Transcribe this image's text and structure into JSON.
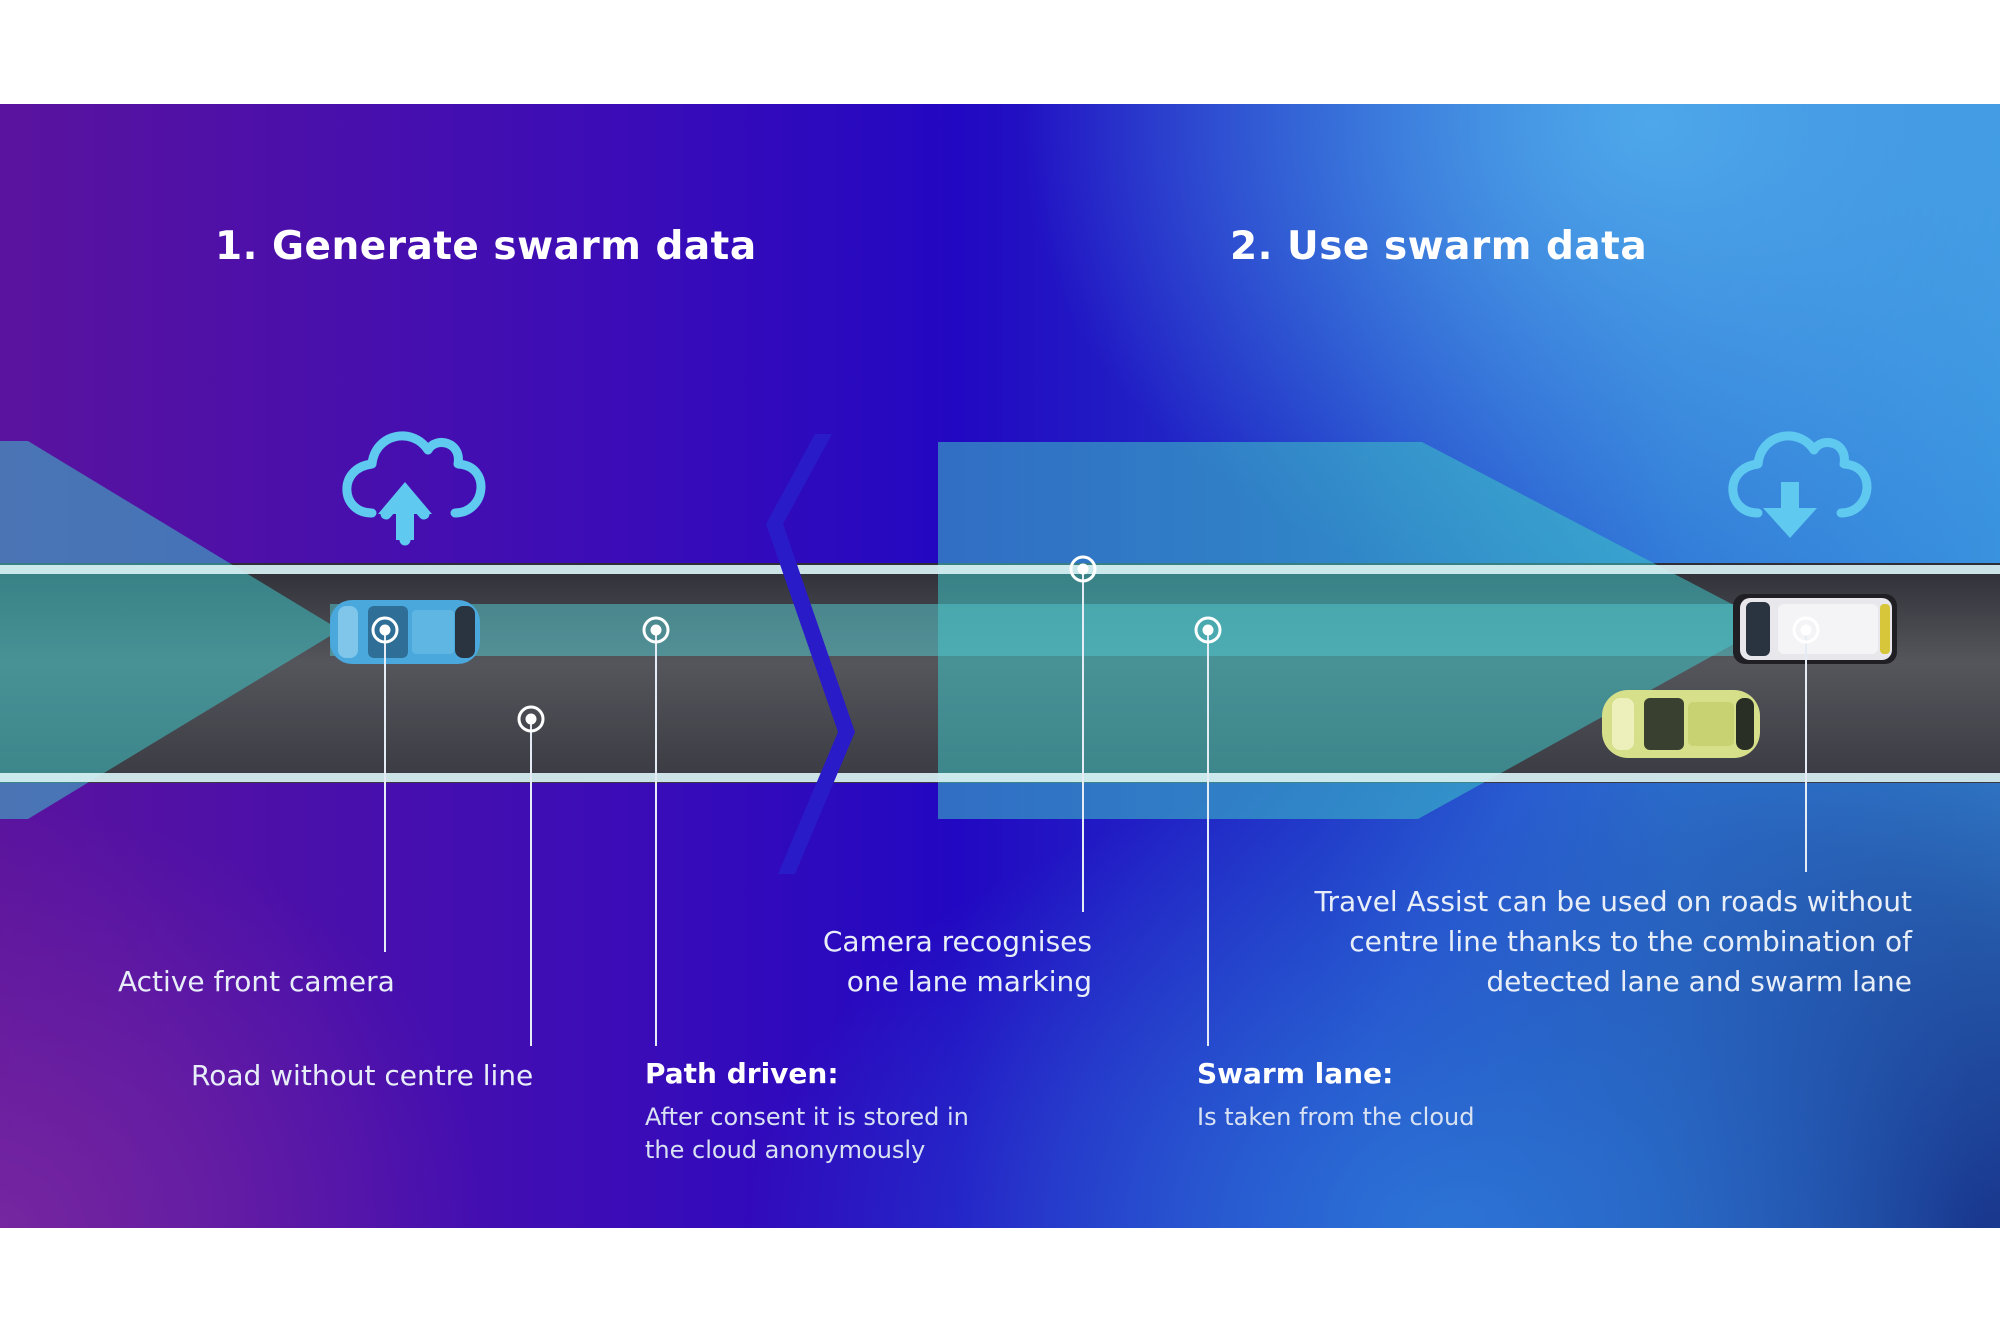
{
  "headings": {
    "generate": "1. Generate swarm data",
    "use": "2. Use swarm data"
  },
  "labels": {
    "active_front_camera": "Active front camera",
    "road_without_centre_line": "Road without centre line",
    "path_driven": {
      "title": "Path driven:",
      "line1": "After consent it is stored in",
      "line2": "the cloud anonymously"
    },
    "camera_recognises": {
      "line1": "Camera recognises",
      "line2": "one lane marking"
    },
    "swarm_lane": {
      "title": "Swarm lane:",
      "sub": "Is taken from the cloud"
    },
    "travel_assist": {
      "line1": "Travel Assist can be used on roads without",
      "line2": "centre line thanks to the combination of",
      "line3": "detected lane and swarm lane"
    }
  },
  "icons": {
    "upload": "cloud-upload-icon",
    "download": "cloud-download-icon"
  },
  "colors": {
    "lane_highlight": "#3ec4c6",
    "cloud_icon": "#5fc9f0",
    "road": "#4a4a52",
    "road_edge_line": "#d8f2f4",
    "car_blue": "#4aa8dc",
    "car_white": "#e8e8ec",
    "car_yellow": "#d6df8a"
  }
}
